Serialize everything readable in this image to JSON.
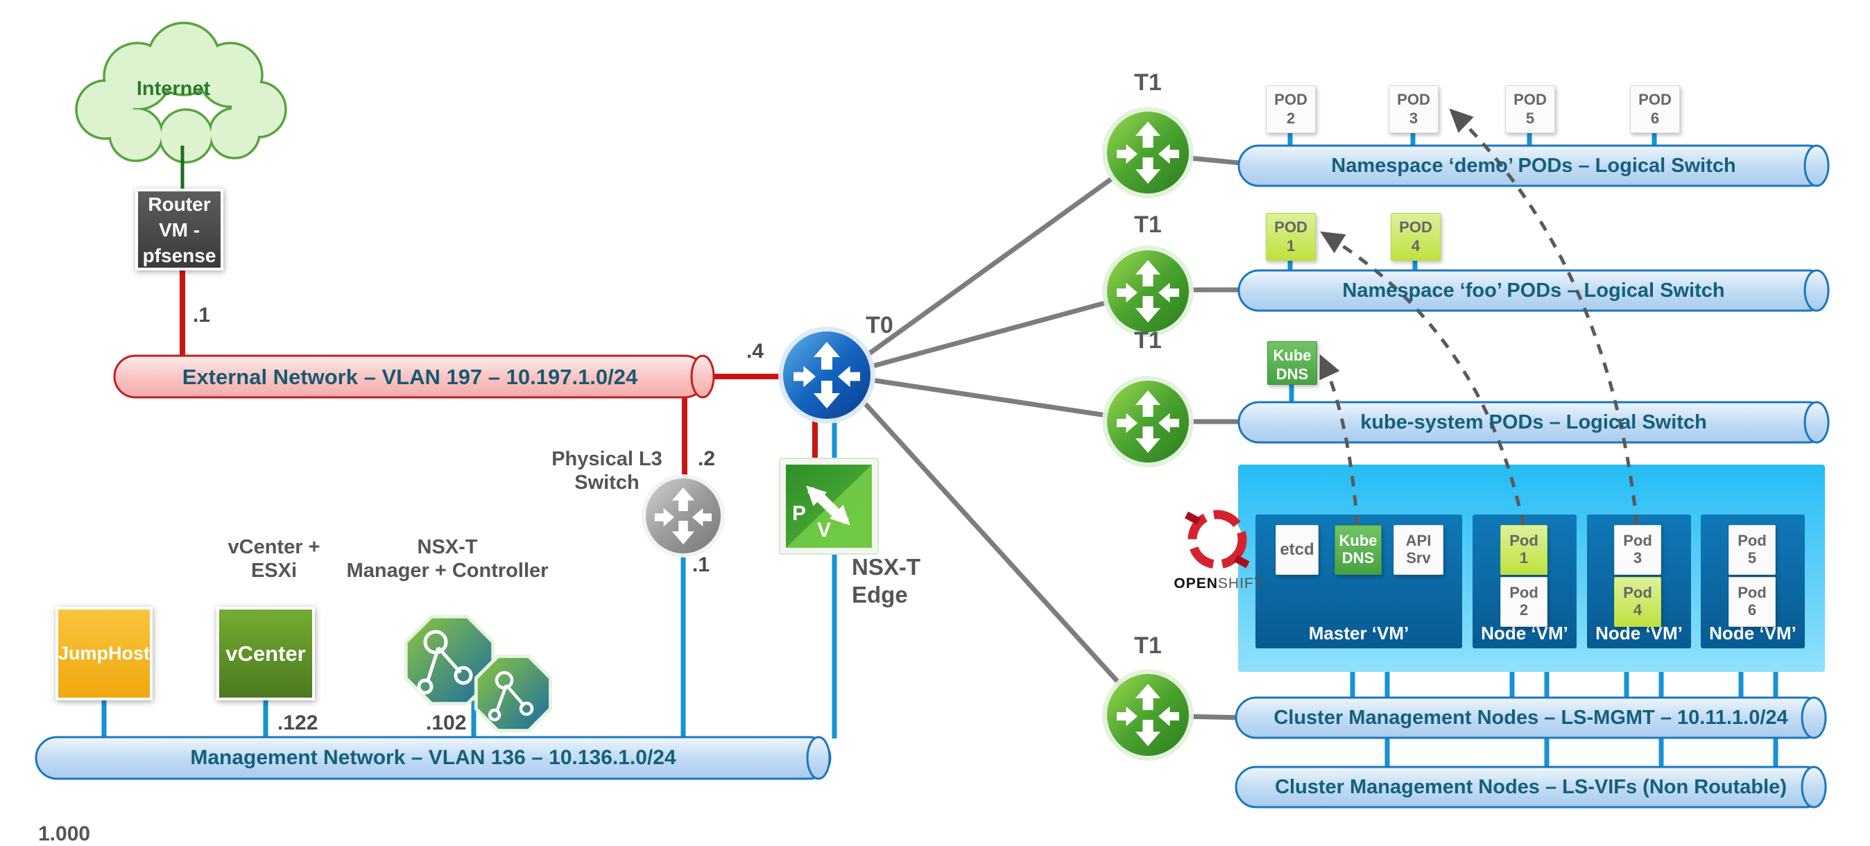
{
  "colors": {
    "cylinder_blue_border": "#1b77bd",
    "cylinder_red_border": "#c21f1f",
    "cylinder_text": "#14607c",
    "line_blue": "#1593d4",
    "line_red": "#c91414",
    "line_gray": "#7d7d7d",
    "line_green": "#1e6e22",
    "dash_gray": "#5a5a5a",
    "cluster_cyan": "#27bdf4",
    "node_blue": "#0d6ca9",
    "pod_green": "#c8e65c",
    "kube_green": "#55b14f",
    "jumphost_orange": "#f5b123",
    "vcenter_green": "#5f9427",
    "openshift_red": "#d6222e",
    "t0_blue": "#1565c0",
    "t1_green": "#4aa32f"
  },
  "cloud_label": "Internet",
  "router_vm": {
    "l1": "Router",
    "l2": "VM -",
    "l3": "pfsense"
  },
  "ips": {
    "router": ".1",
    "t0": ".4",
    "l3_up": ".2",
    "l3_down": ".1",
    "vcenter": ".122",
    "nsx": ".102"
  },
  "networks": {
    "external": "External Network – VLAN 197 – 10.197.1.0/24",
    "management": "Management Network – VLAN 136 – 10.136.1.0/24",
    "demo": "Namespace ‘demo’ PODs – Logical Switch",
    "foo": "Namespace ‘foo’ PODs – Logical Switch",
    "kube": "kube-system PODs – Logical Switch",
    "mgmt": "Cluster Management Nodes – LS-MGMT – 10.11.1.0/24",
    "vifs": "Cluster Management Nodes – LS-VIFs (Non Routable)"
  },
  "labels": {
    "physical_switch_1": "Physical L3",
    "physical_switch_2": "Switch",
    "vcenter_esxi_1": "vCenter +",
    "vcenter_esxi_2": "ESXi",
    "nsxt_mgr_1": "NSX-T",
    "nsxt_mgr_2": "Manager + Controller",
    "nsxt_edge_1": "NSX-T",
    "nsxt_edge_2": "Edge",
    "t0": "T0",
    "t1": "T1",
    "jumphost": "JumpHost",
    "vcenter": "vCenter",
    "edge_p": "P",
    "edge_v": "V",
    "openshift_bold": "OPEN",
    "openshift_light": "SHIFT",
    "cropped_bottom": "1.000"
  },
  "pods": {
    "demo": [
      {
        "t": "POD",
        "n": "2"
      },
      {
        "t": "POD",
        "n": "3"
      },
      {
        "t": "POD",
        "n": "5"
      },
      {
        "t": "POD",
        "n": "6"
      }
    ],
    "foo": [
      {
        "t": "POD",
        "n": "1"
      },
      {
        "t": "POD",
        "n": "4"
      }
    ],
    "kube": {
      "t": "Kube",
      "n": "DNS"
    }
  },
  "cluster": {
    "master": {
      "label": "Master ‘VM’",
      "etcd": "etcd",
      "dns1": "Kube",
      "dns2": "DNS",
      "api1": "API",
      "api2": "Srv"
    },
    "node_label": "Node ‘VM’",
    "node1": [
      {
        "t": "Pod",
        "n": "1"
      },
      {
        "t": "Pod",
        "n": "2"
      }
    ],
    "node2": [
      {
        "t": "Pod",
        "n": "3"
      },
      {
        "t": "Pod",
        "n": "4"
      }
    ],
    "node3": [
      {
        "t": "Pod",
        "n": "5"
      },
      {
        "t": "Pod",
        "n": "6"
      }
    ]
  }
}
